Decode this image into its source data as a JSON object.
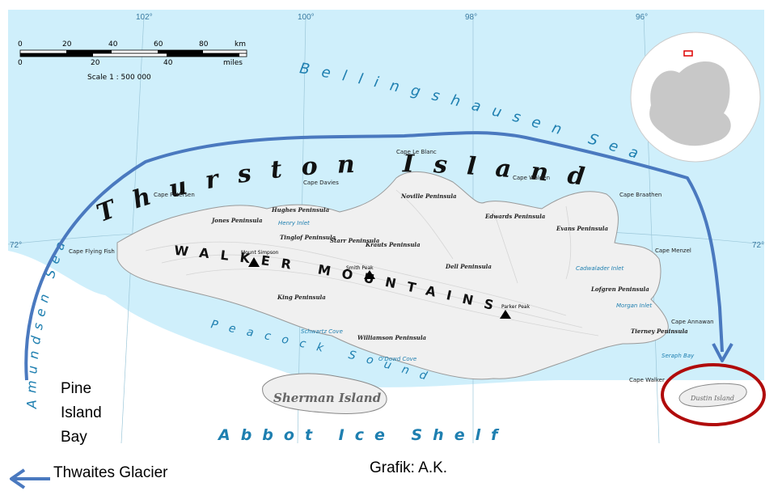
{
  "colors": {
    "sea": "#cfeffb",
    "ice_shelf": "#ffffff",
    "land": "#f1f1f1",
    "water_label": "#1e7fb0",
    "route_arrow": "#4a79bf",
    "highlight": "#b00b0b"
  },
  "scale": {
    "km_ticks": [
      "0",
      "20",
      "40",
      "60",
      "80",
      "km"
    ],
    "mile_ticks": [
      "0",
      "20",
      "40",
      "miles"
    ],
    "ratio": "Scale 1 : 500 000"
  },
  "graticule": {
    "lon_labels": [
      "102°",
      "100°",
      "98°",
      "96°"
    ],
    "lat_label": "72°"
  },
  "map_labels": {
    "island": "Thurston Island",
    "mountains": "WALKER MOUNTAINS",
    "sea_north": "Bellingshausen Sea",
    "sea_west": "Amundsen Sea",
    "sound": "Peacock Sound",
    "ice_shelf": "Abbot Ice Shelf",
    "sherman": "Sherman Island",
    "dustin": "Dustin Island"
  },
  "features": {
    "peninsulas": [
      "Jones Peninsula",
      "Hughes Peninsula",
      "Tinglof Peninsula",
      "Starr Peninsula",
      "Krauts Peninsula",
      "Noville Peninsula",
      "Edwards Peninsula",
      "Evans Peninsula",
      "Dell Peninsula",
      "King Peninsula",
      "Williamson Peninsula",
      "Lofgren Peninsula",
      "Tierney Peninsula"
    ],
    "inlets": [
      "Henry Inlet",
      "Morgan Inlet",
      "Cadwalader Inlet"
    ],
    "capes": [
      "Cape Petersen",
      "Cape Davies",
      "Cape Le Blanc",
      "Cape Walden",
      "Cape Flying Fish",
      "Cape Menzel",
      "Cape Annawan",
      "Cape Walker",
      "Cape Braathen"
    ],
    "peaks": [
      "Mount Simpson",
      "Smith Peak",
      "Parker Peak"
    ],
    "bays": [
      "Schwartz Cove",
      "O'Dowd Cove",
      "Seraph Bay"
    ]
  },
  "annotations": {
    "pine_island_bay": [
      "Pine",
      "Island",
      "Bay"
    ],
    "thwaites": "Thwaites Glacier",
    "credit": "Grafik: A.K."
  }
}
